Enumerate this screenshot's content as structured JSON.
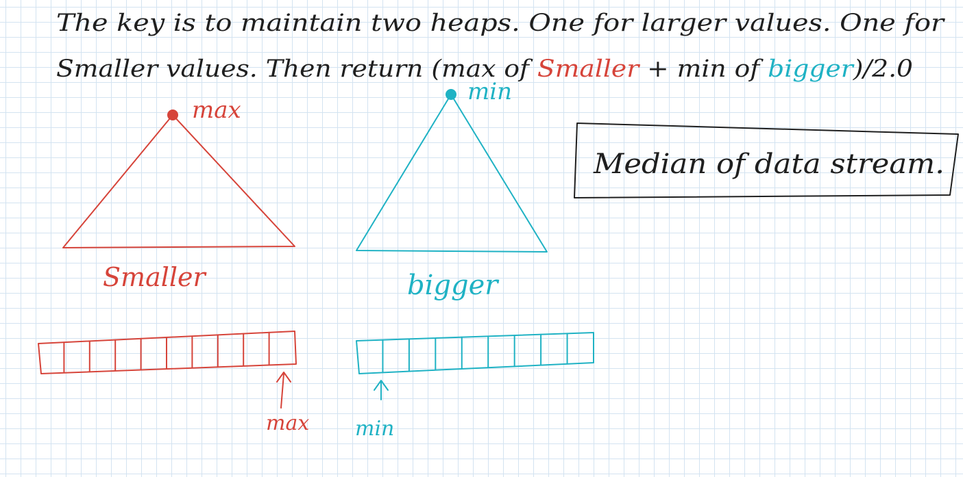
{
  "text": {
    "line1": "The key is to maintain two heaps. One for larger values. One for",
    "line2_start": "Smaller values. Then return (max of ",
    "line2_smaller": "Smaller",
    "line2_mid": " + min of ",
    "line2_bigger": "bigger",
    "line2_end": ")/2.0"
  },
  "title_box": {
    "label": "Median of data stream."
  },
  "max_heap": {
    "top_label": "max",
    "caption": "Smaller",
    "pointer_label": "max",
    "cells": 10
  },
  "min_heap": {
    "top_label": "min",
    "caption": "bigger",
    "pointer_label": "min",
    "cells": 9
  },
  "colors": {
    "smaller": "#d6443a",
    "bigger": "#1fb2c4",
    "ink": "#1f1f1f",
    "grid": "#d3e3f1"
  }
}
